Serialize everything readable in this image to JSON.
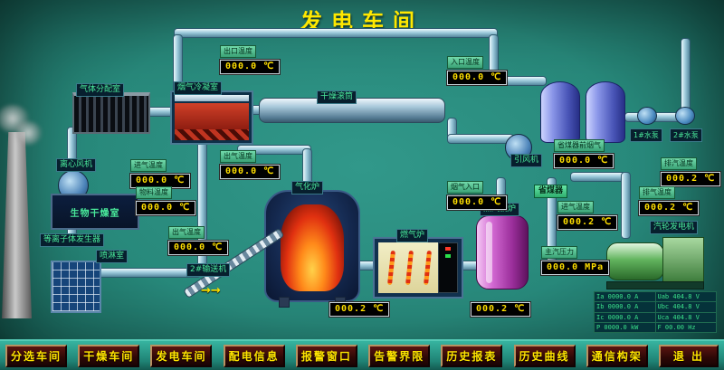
{
  "title": "发电车间",
  "labels": {
    "gas_dist": "气体分配室",
    "condenser": "烟气冷凝室",
    "drum": "干燥滚筒",
    "cfan": "离心风机",
    "dryer": "生物干燥室",
    "plasma": "等离子体发生器",
    "spray": "喷淋室",
    "gasifier": "气化炉",
    "conveyor": "2#输送机",
    "gas_furnace": "燃气炉",
    "boiler": "蒸汽锅炉",
    "idfan": "引风机",
    "economizer": "省煤器",
    "turbine": "汽轮发电机",
    "pump1": "1#水泵",
    "pump2": "2#水泵"
  },
  "icons": {
    "conveyor_arrow": "→→"
  },
  "gauges": [
    {
      "label": "出口温度",
      "value": "000.0 ℃"
    },
    {
      "label": "入口温度",
      "value": "000.0 ℃"
    },
    {
      "label": "出气温度",
      "value": "000.0 ℃"
    },
    {
      "label": "进气温度",
      "value": "000.0 ℃"
    },
    {
      "label": "物料温度",
      "value": "000.0 ℃"
    },
    {
      "label": "出气温度",
      "value": "000.0 ℃"
    },
    {
      "label": "省煤器前烟气",
      "value": "000.0 ℃"
    },
    {
      "label": "烟气入口",
      "value": "000.0 ℃"
    },
    {
      "label": "进气温度",
      "value": "000.2 ℃"
    },
    {
      "label": "排汽温度",
      "value": "000.2 ℃"
    },
    {
      "label": "排气温度",
      "value": "000.2 ℃"
    },
    {
      "label": "主汽压力",
      "value": "000.0 MPa"
    },
    {
      "label": "",
      "value": "000.2 ℃"
    },
    {
      "label": "",
      "value": "000.2 ℃"
    }
  ],
  "generator_table": {
    "rows": [
      [
        "Ia 0000.0 A",
        "Uab 404.8 V"
      ],
      [
        "Ib 0000.0 A",
        "Ubc 404.8 V"
      ],
      [
        "Ic 0000.0 A",
        "Uca 404.8 V"
      ],
      [
        "P 0000.0 kW",
        "F 00.00 Hz"
      ]
    ]
  },
  "nav": {
    "items": [
      "分选车间",
      "干燥车间",
      "发电车间",
      "配电信息",
      "报警窗口",
      "告警界限",
      "历史报表",
      "历史曲线",
      "通信构架",
      "退 出"
    ]
  }
}
